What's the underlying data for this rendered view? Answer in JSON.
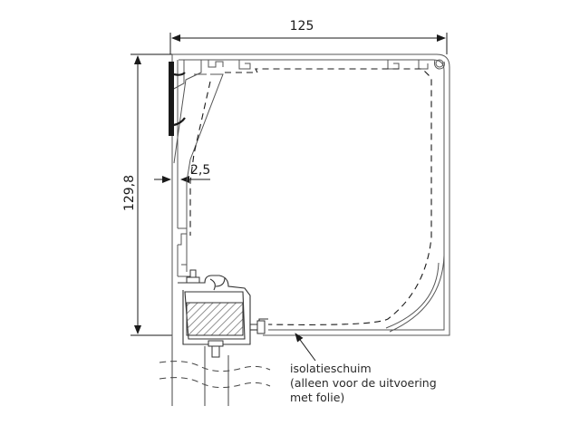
{
  "dimensions": {
    "width": "125",
    "height": "129,8",
    "offset": "2,5"
  },
  "annotation": {
    "line1": "isolatieschuim",
    "line2": "(alleen voor de uitvoering",
    "line3": "met folie)"
  },
  "colors": {
    "line": "#1a1a1a",
    "profile": "#555555",
    "hatch": "#888888",
    "seal": "#222222"
  }
}
